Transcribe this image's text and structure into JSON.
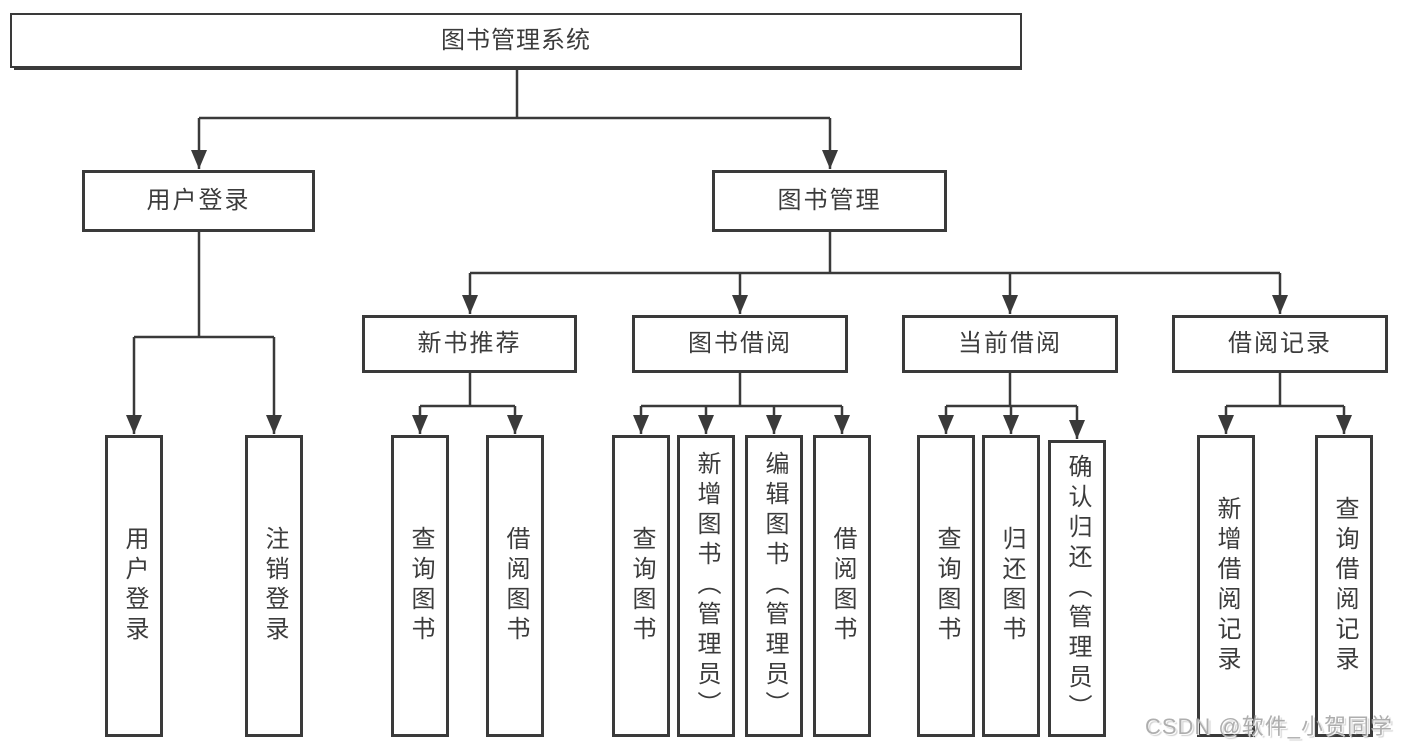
{
  "tree": {
    "root": "图书管理系统",
    "login": {
      "label": "用户登录",
      "leaves": [
        "用户登录",
        "注销登录"
      ]
    },
    "mgmt": {
      "label": "图书管理",
      "groups": [
        {
          "label": "新书推荐",
          "leaves": [
            "查询图书",
            "借阅图书"
          ]
        },
        {
          "label": "图书借阅",
          "leaves": [
            "查询图书",
            "新增图书（管理员）",
            "编辑图书（管理员）",
            "借阅图书"
          ]
        },
        {
          "label": "当前借阅",
          "leaves": [
            "查询图书",
            "归还图书",
            "确认归还（管理员）"
          ]
        },
        {
          "label": "借阅记录",
          "leaves": [
            "新增借阅记录",
            "查询借阅记录"
          ]
        }
      ]
    }
  },
  "watermark": "CSDN @软件_小贺同学",
  "colors": {
    "line": "#3a3a3a",
    "text": "#3c3c3c",
    "box_bg": "#ffffff",
    "watermark": "#a8a8a8"
  }
}
